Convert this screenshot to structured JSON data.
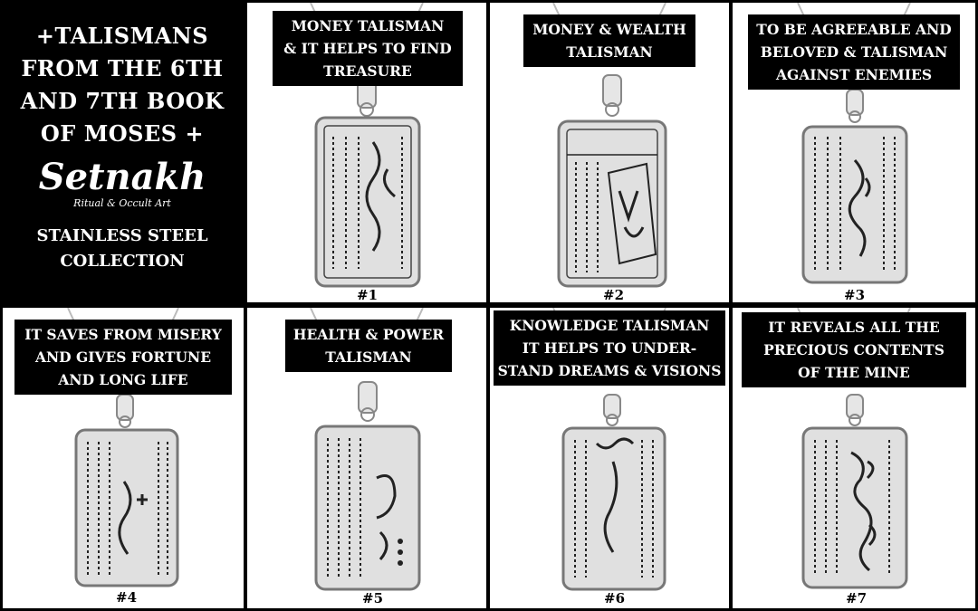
{
  "intro": {
    "title_lines": [
      "+TALISMANS",
      "FROM THE 6TH",
      "AND 7TH BOOK",
      "OF MOSES +"
    ],
    "brand": "Setnakh",
    "brand_sub": "Ritual & Occult Art",
    "collection_lines": [
      "STAINLESS STEEL",
      "COLLECTION"
    ]
  },
  "talismans": [
    {
      "number": "#1",
      "label_lines": [
        "MONEY TALISMAN",
        "& IT HELPS TO FIND",
        "TREASURE"
      ]
    },
    {
      "number": "#2",
      "label_lines": [
        "MONEY & WEALTH",
        "TALISMAN"
      ]
    },
    {
      "number": "#3",
      "label_lines": [
        "TO BE AGREEABLE AND",
        "BELOVED & TALISMAN",
        "AGAINST ENEMIES"
      ]
    },
    {
      "number": "#4",
      "label_lines": [
        "IT SAVES FROM MISERY",
        "AND GIVES FORTUNE",
        "AND LONG LIFE"
      ]
    },
    {
      "number": "#5",
      "label_lines": [
        "HEALTH & POWER",
        "TALISMAN"
      ]
    },
    {
      "number": "#6",
      "label_lines": [
        "KNOWLEDGE TALISMAN",
        "IT HELPS TO UNDER-",
        "STAND DREAMS & VISIONS"
      ]
    },
    {
      "number": "#7",
      "label_lines": [
        "IT REVEALS ALL THE",
        "PRECIOUS CONTENTS",
        "OF THE MINE"
      ]
    }
  ],
  "colors": {
    "background": "#000000",
    "cell": "#ffffff",
    "steel": "#d9d9d9",
    "engraving": "#222222"
  }
}
